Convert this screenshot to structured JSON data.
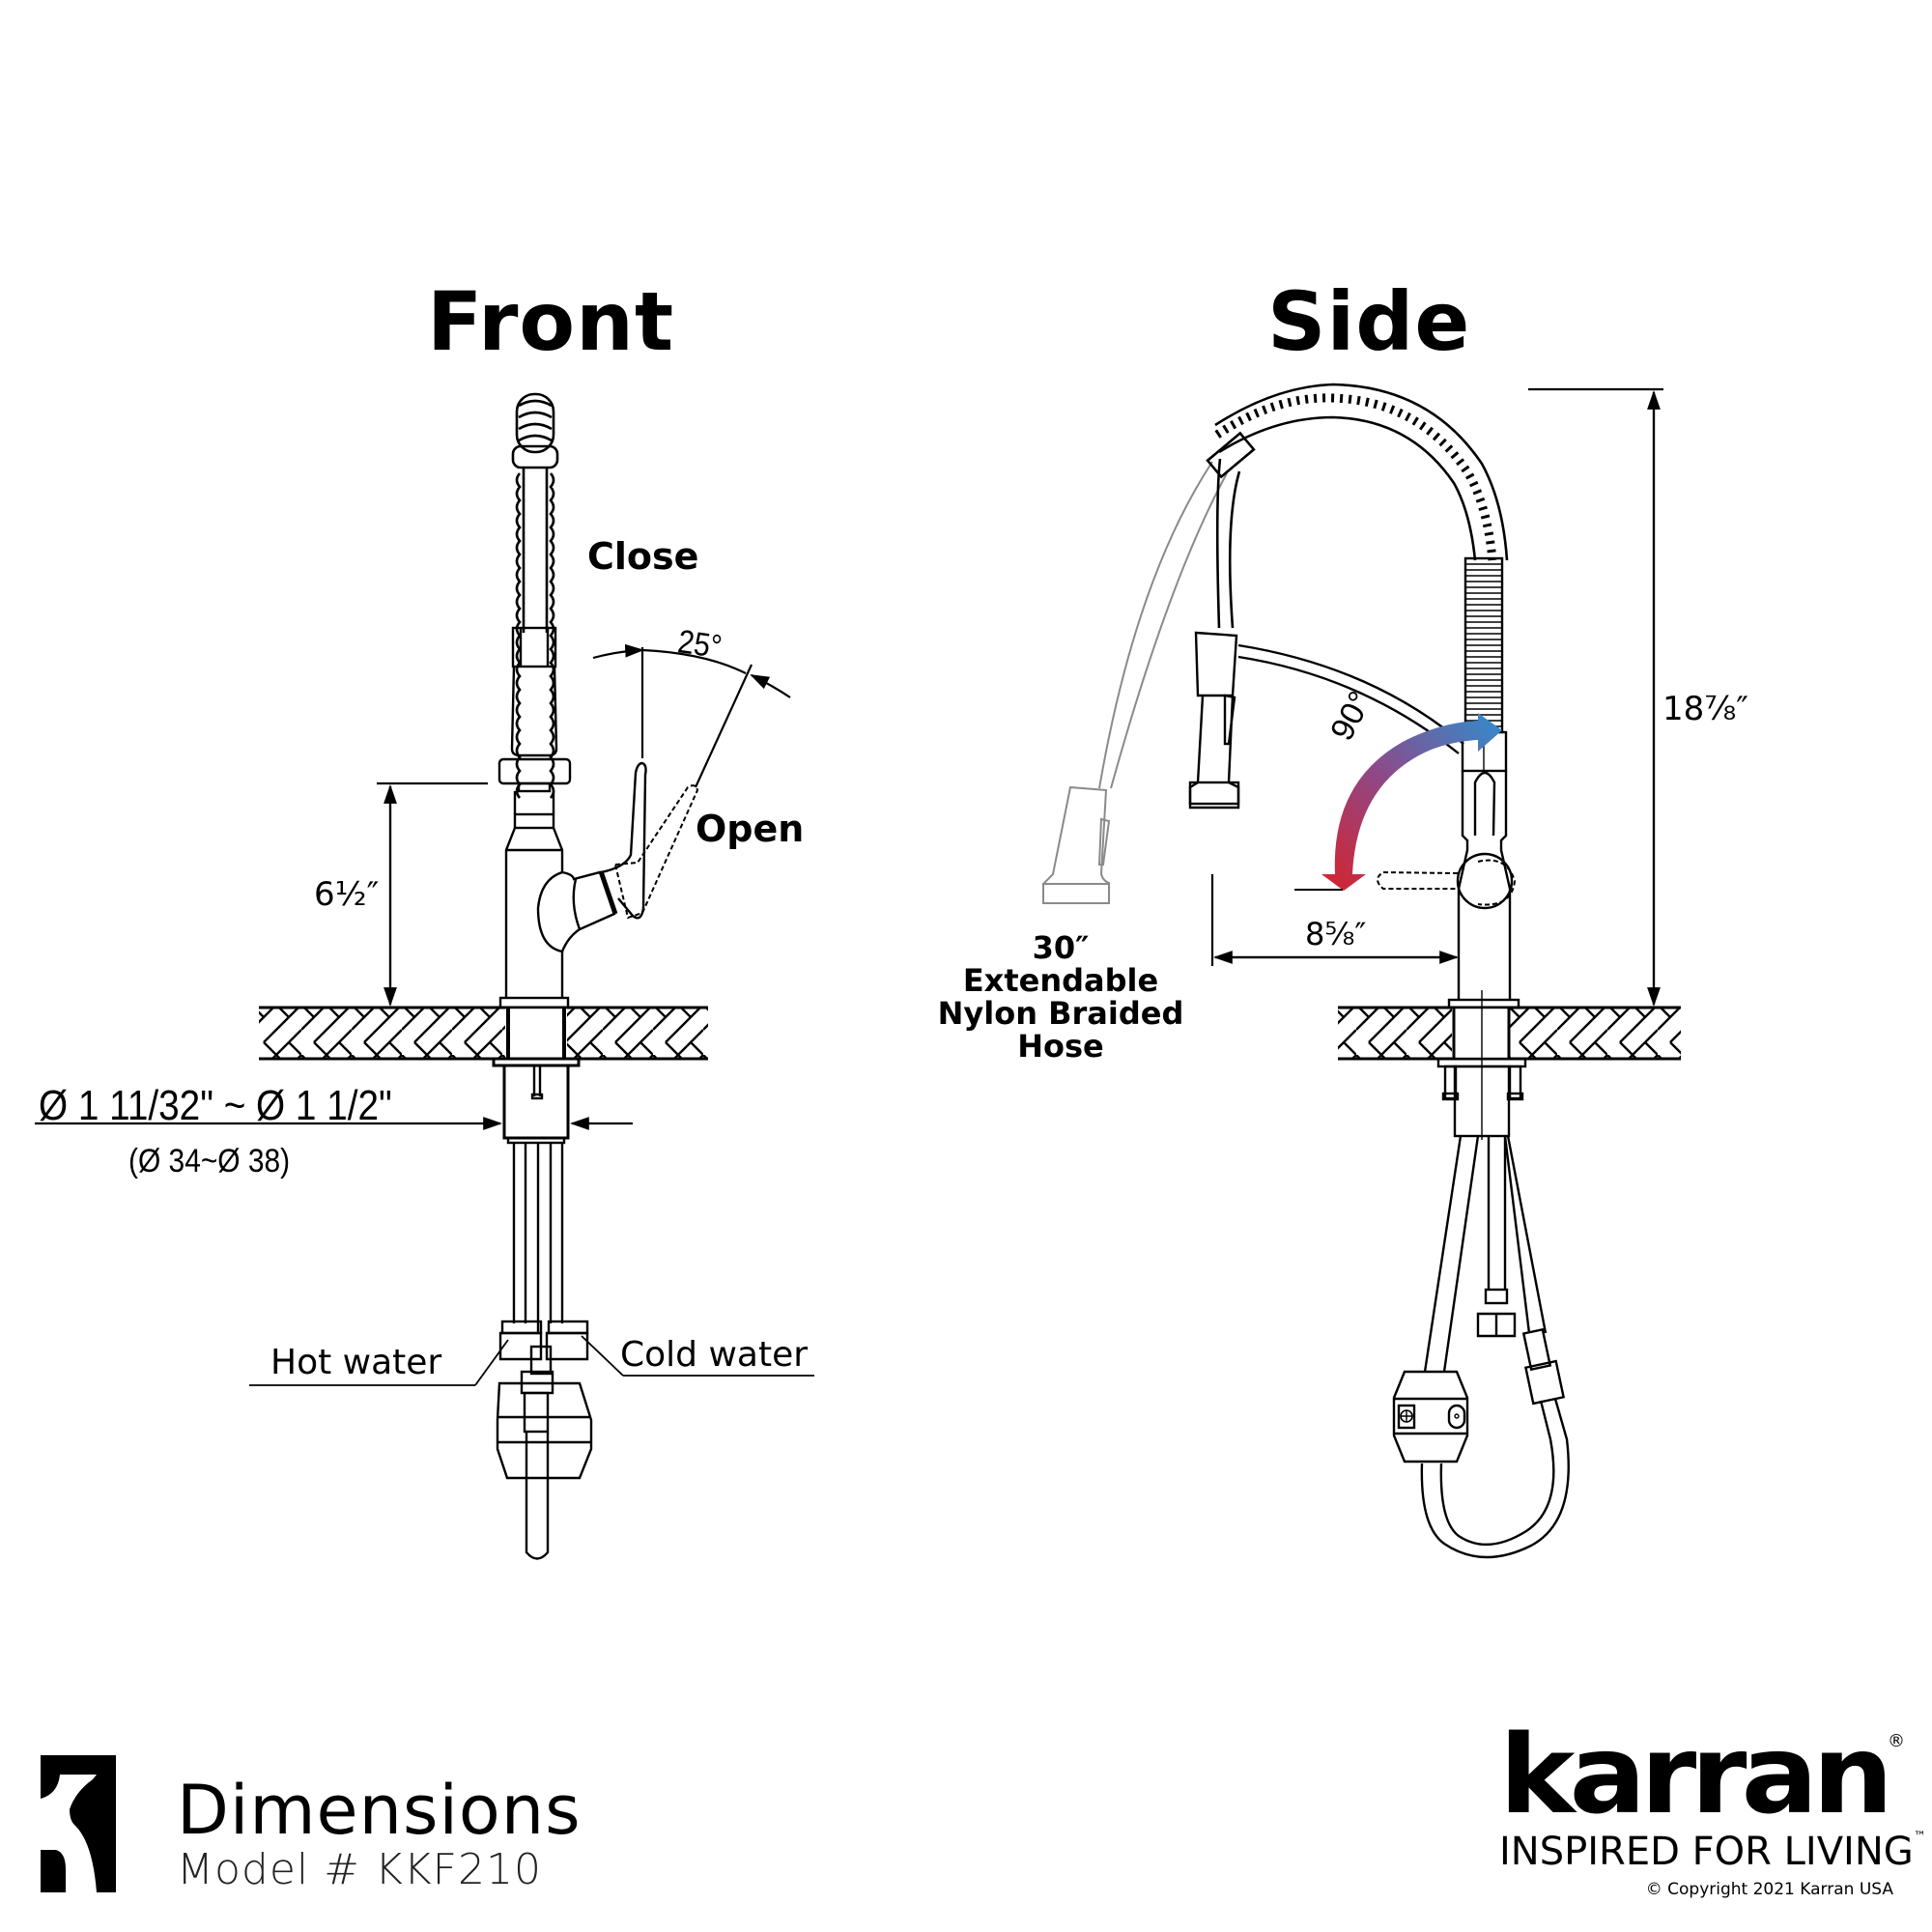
{
  "views": {
    "front": {
      "title": "Front",
      "labels": {
        "close": "Close",
        "open": "Open",
        "angle": "25°",
        "height": "6½″",
        "hole_diameter": "Ø 1 11/32\" ~ Ø 1 1/2\"",
        "hole_diameter_metric": "(Ø 34~Ø 38)",
        "hot_water": "Hot water",
        "cold_water": "Cold water"
      }
    },
    "side": {
      "title": "Side",
      "labels": {
        "total_height": "18⅞″",
        "reach": "8⅝″",
        "rotation_angle": "90°",
        "hose_line1": "30″ Extendable",
        "hose_line2": "Nylon Braided",
        "hose_line3": "Hose"
      },
      "rotation_arrow_colors": {
        "start": "#d7222b",
        "end": "#2e8fd0"
      }
    }
  },
  "footer": {
    "title": "Dimensions",
    "model": "Model # KKF210",
    "logo_mark": "karran-k-mark-icon"
  },
  "brand": {
    "wordmark": "karran",
    "registered": "®",
    "tagline": "INSPIRED FOR LIVING",
    "trademark": "™",
    "copyright": "© Copyright 2021 Karran USA"
  },
  "colors": {
    "line": "#000000",
    "ghost_line": "#8a8a8a",
    "background": "#ffffff",
    "hot": "#d7222b",
    "cold": "#2e8fd0"
  }
}
